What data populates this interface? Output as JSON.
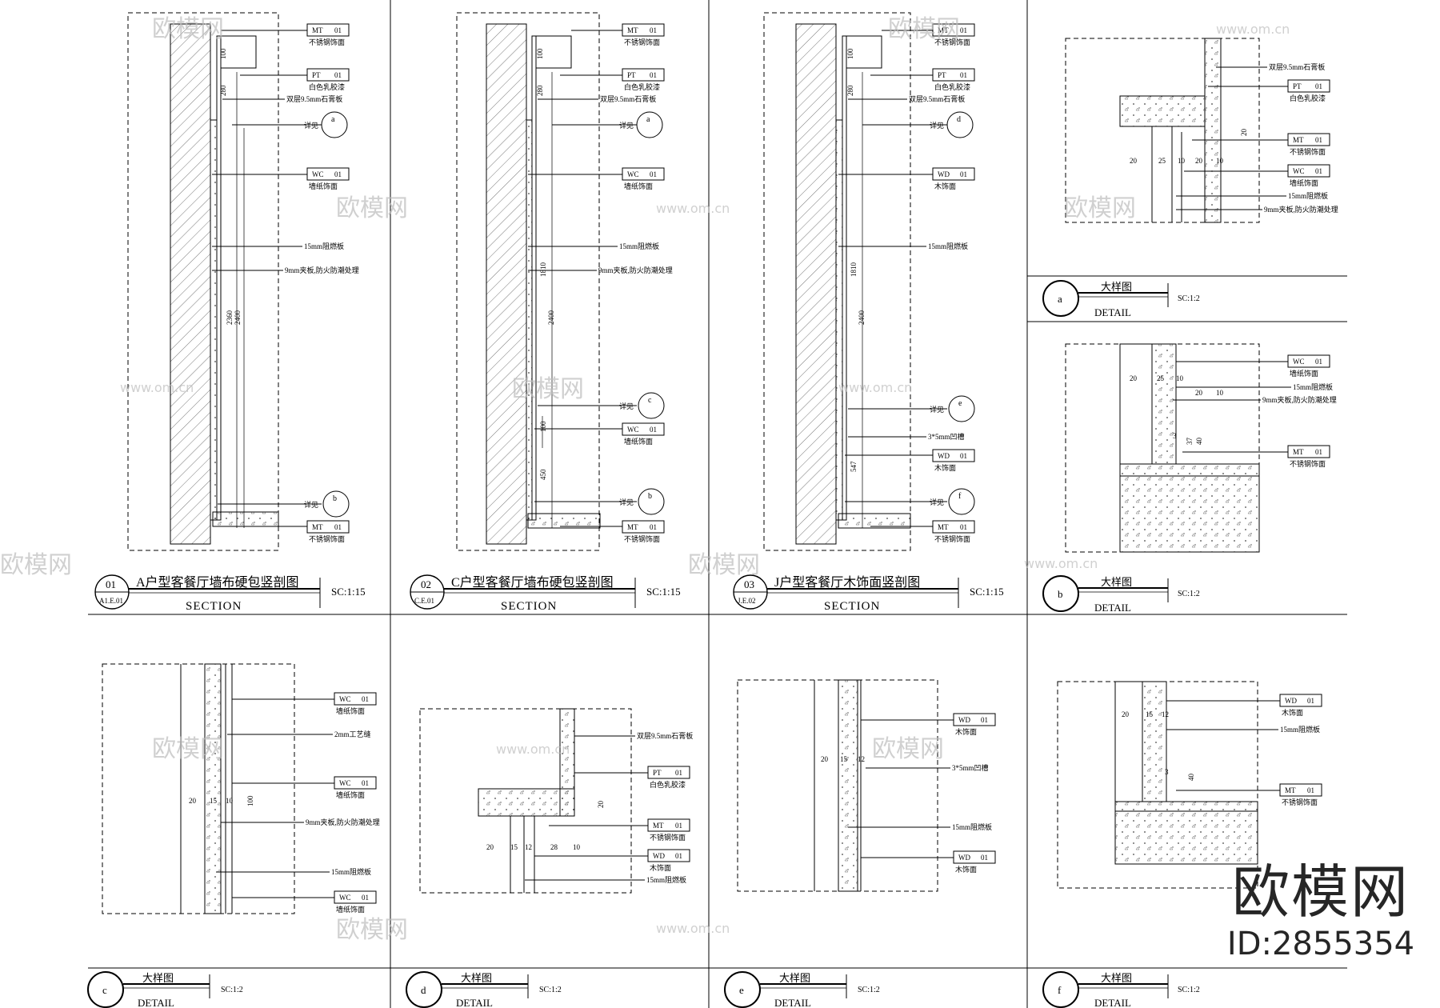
{
  "sections": [
    {
      "num": "01",
      "ref": "A1.E.01",
      "title": "A户型客餐厅墙布硬包竖剖图",
      "subtitle": "SECTION",
      "scale": "SC:1:15",
      "dims": [
        "100",
        "280",
        "2360",
        "2400"
      ],
      "callouts": [
        {
          "code": "MT",
          "no": "01",
          "desc": "不锈钢饰面"
        },
        {
          "code": "PT",
          "no": "01",
          "desc": "白色乳胶漆"
        },
        {
          "note": "双层9.5mm石膏板"
        },
        {
          "note": "详见",
          "ref": "a"
        },
        {
          "code": "WC",
          "no": "01",
          "desc": "墙纸饰面"
        },
        {
          "note": "15mm阻燃板"
        },
        {
          "note": "9mm夹板,防火防潮处理"
        },
        {
          "note": "详见",
          "ref": "b"
        },
        {
          "code": "MT",
          "no": "01",
          "desc": "不锈钢饰面"
        }
      ]
    },
    {
      "num": "02",
      "ref": "C.E.01",
      "title": "C户型客餐厅墙布硬包竖剖图",
      "subtitle": "SECTION",
      "scale": "SC:1:15",
      "dims": [
        "100",
        "280",
        "1810",
        "2400",
        "100",
        "450"
      ],
      "callouts": [
        {
          "code": "MT",
          "no": "01",
          "desc": "不锈钢饰面"
        },
        {
          "code": "PT",
          "no": "01",
          "desc": "白色乳胶漆"
        },
        {
          "note": "双层9.5mm石膏板"
        },
        {
          "note": "详见",
          "ref": "a"
        },
        {
          "code": "WC",
          "no": "01",
          "desc": "墙纸饰面"
        },
        {
          "note": "15mm阻燃板"
        },
        {
          "note": "9mm夹板,防火防潮处理"
        },
        {
          "note": "详见",
          "ref": "c"
        },
        {
          "code": "WC",
          "no": "01",
          "desc": "墙纸饰面"
        },
        {
          "note": "详见",
          "ref": "b"
        },
        {
          "code": "MT",
          "no": "01",
          "desc": "不锈钢饰面"
        }
      ]
    },
    {
      "num": "03",
      "ref": "J.E.02",
      "title": "J户型客餐厅木饰面竖剖图",
      "subtitle": "SECTION",
      "scale": "SC:1:15",
      "dims": [
        "100",
        "280",
        "1810",
        "2400",
        "547"
      ],
      "callouts": [
        {
          "code": "MT",
          "no": "01",
          "desc": "不锈钢饰面"
        },
        {
          "code": "PT",
          "no": "01",
          "desc": "白色乳胶漆"
        },
        {
          "note": "双层9.5mm石膏板"
        },
        {
          "note": "详见",
          "ref": "d"
        },
        {
          "code": "WD",
          "no": "01",
          "desc": "木饰面"
        },
        {
          "note": "15mm阻燃板"
        },
        {
          "note": "详见",
          "ref": "e"
        },
        {
          "note": "3*5mm凹槽"
        },
        {
          "code": "WD",
          "no": "01",
          "desc": "木饰面"
        },
        {
          "note": "详见",
          "ref": "f"
        },
        {
          "code": "MT",
          "no": "01",
          "desc": "不锈钢饰面"
        }
      ]
    }
  ],
  "details": [
    {
      "ref": "a",
      "title": "大样图",
      "subtitle": "DETAIL",
      "scale": "SC:1:2",
      "dims": [
        "20",
        "25",
        "10",
        "20",
        "10",
        "20"
      ],
      "callouts": [
        {
          "note": "双层9.5mm石膏板"
        },
        {
          "code": "PT",
          "no": "01",
          "desc": "白色乳胶漆"
        },
        {
          "code": "MT",
          "no": "01",
          "desc": "不锈钢饰面"
        },
        {
          "code": "WC",
          "no": "01",
          "desc": "墙纸饰面"
        },
        {
          "note": "15mm阻燃板"
        },
        {
          "note": "9mm夹板,防火防潮处理"
        }
      ]
    },
    {
      "ref": "b",
      "title": "大样图",
      "subtitle": "DETAIL",
      "scale": "SC:1:2",
      "dims": [
        "20",
        "25",
        "10",
        "20",
        "10",
        "3",
        "37",
        "40"
      ],
      "callouts": [
        {
          "code": "WC",
          "no": "01",
          "desc": "墙纸饰面"
        },
        {
          "note": "15mm阻燃板"
        },
        {
          "note": "9mm夹板,防火防潮处理"
        },
        {
          "code": "MT",
          "no": "01",
          "desc": "不锈钢饰面"
        }
      ]
    },
    {
      "ref": "c",
      "title": "大样图",
      "subtitle": "DETAIL",
      "scale": "SC:1:2",
      "dims": [
        "20",
        "15",
        "10",
        "100"
      ],
      "callouts": [
        {
          "code": "WC",
          "no": "01",
          "desc": "墙纸饰面"
        },
        {
          "note": "2mm工艺缝"
        },
        {
          "code": "WC",
          "no": "01",
          "desc": "墙纸饰面"
        },
        {
          "note": "9mm夹板,防火防潮处理"
        },
        {
          "note": "15mm阻燃板"
        },
        {
          "code": "WC",
          "no": "01",
          "desc": "墙纸饰面"
        }
      ]
    },
    {
      "ref": "d",
      "title": "大样图",
      "subtitle": "DETAIL",
      "scale": "SC:1:2",
      "dims": [
        "20",
        "15",
        "12",
        "28",
        "10",
        "20"
      ],
      "callouts": [
        {
          "note": "双层9.5mm石膏板"
        },
        {
          "code": "PT",
          "no": "01",
          "desc": "白色乳胶漆"
        },
        {
          "code": "MT",
          "no": "01",
          "desc": "不锈钢饰面"
        },
        {
          "code": "WD",
          "no": "01",
          "desc": "木饰面"
        },
        {
          "note": "15mm阻燃板"
        }
      ]
    },
    {
      "ref": "e",
      "title": "大样图",
      "subtitle": "DETAIL",
      "scale": "SC:1:2",
      "dims": [
        "20",
        "15",
        "12"
      ],
      "callouts": [
        {
          "code": "WD",
          "no": "01",
          "desc": "木饰面"
        },
        {
          "note": "3*5mm凹槽"
        },
        {
          "note": "15mm阻燃板"
        },
        {
          "code": "WD",
          "no": "01",
          "desc": "木饰面"
        }
      ]
    },
    {
      "ref": "f",
      "title": "大样图",
      "subtitle": "DETAIL",
      "scale": "SC:1:2",
      "dims": [
        "20",
        "15",
        "12",
        "3",
        "40"
      ],
      "callouts": [
        {
          "code": "WD",
          "no": "01",
          "desc": "木饰面"
        },
        {
          "note": "15mm阻燃板"
        },
        {
          "code": "MT",
          "no": "01",
          "desc": "不锈钢饰面"
        }
      ]
    }
  ],
  "watermark": {
    "logo": "欧模网",
    "id": "ID:2855354",
    "tile_brand": "欧模网",
    "tile_url": "www.om.cn"
  }
}
